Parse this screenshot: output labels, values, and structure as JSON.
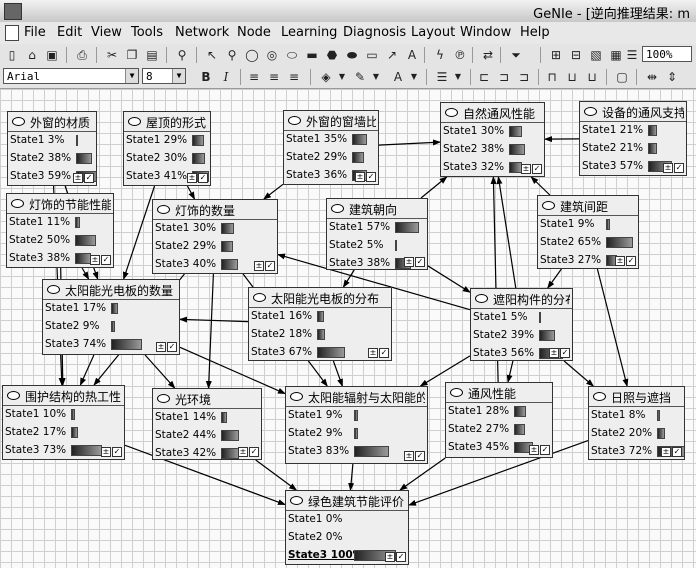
{
  "window": {
    "title": "GeNIe - [逆向推理结果: m"
  },
  "menu": [
    "File",
    "Edit",
    "View",
    "Tools",
    "Network",
    "Node",
    "Learning",
    "Diagnosis",
    "Layout",
    "Window",
    "Help"
  ],
  "toolbar": {
    "zoom": "100%",
    "font": "Arial",
    "font_size": "8"
  },
  "nodes": [
    {
      "title": "外窗的材质",
      "states": [
        {
          "label": "State1  3%",
          "value": 3
        },
        {
          "label": "State2 38%",
          "value": 38
        },
        {
          "label": "State3 59%",
          "value": 59
        }
      ]
    },
    {
      "title": "屋顶的形式",
      "states": [
        {
          "label": "State1 29%",
          "value": 29
        },
        {
          "label": "State2 30%",
          "value": 30
        },
        {
          "label": "State3 41%",
          "value": 41
        }
      ]
    },
    {
      "title": "外窗的窗墙比",
      "states": [
        {
          "label": "State1 35%",
          "value": 35
        },
        {
          "label": "State2 29%",
          "value": 29
        },
        {
          "label": "State3 36%",
          "value": 36
        }
      ]
    },
    {
      "title": "自然通风性能",
      "states": [
        {
          "label": "State1 30%",
          "value": 30
        },
        {
          "label": "State2 38%",
          "value": 38
        },
        {
          "label": "State3 32%",
          "value": 32
        }
      ]
    },
    {
      "title": "设备的通风支持",
      "states": [
        {
          "label": "State1 21%",
          "value": 21
        },
        {
          "label": "State2 21%",
          "value": 21
        },
        {
          "label": "State3 57%",
          "value": 57
        }
      ]
    },
    {
      "title": "灯饰的节能性能",
      "states": [
        {
          "label": "State1 11%",
          "value": 11
        },
        {
          "label": "State2 50%",
          "value": 50
        },
        {
          "label": "State3 38%",
          "value": 38
        }
      ]
    },
    {
      "title": "灯饰的数量",
      "states": [
        {
          "label": "State1 30%",
          "value": 30
        },
        {
          "label": "State2 29%",
          "value": 29
        },
        {
          "label": "State3 40%",
          "value": 40
        }
      ]
    },
    {
      "title": "建筑朝向",
      "states": [
        {
          "label": "State1 57%",
          "value": 57
        },
        {
          "label": "State2  5%",
          "value": 5
        },
        {
          "label": "State3 38%",
          "value": 38
        }
      ]
    },
    {
      "title": "建筑间距",
      "states": [
        {
          "label": "State1  9%",
          "value": 9
        },
        {
          "label": "State2 65%",
          "value": 65
        },
        {
          "label": "State3 27%",
          "value": 27
        }
      ]
    },
    {
      "title": "太阳能光电板的数量",
      "states": [
        {
          "label": "State1 17%",
          "value": 17
        },
        {
          "label": "State2  9%",
          "value": 9
        },
        {
          "label": "State3 74%",
          "value": 74
        }
      ]
    },
    {
      "title": "太阳能光电板的分布",
      "states": [
        {
          "label": "State1 16%",
          "value": 16
        },
        {
          "label": "State2 18%",
          "value": 18
        },
        {
          "label": "State3 67%",
          "value": 67
        }
      ]
    },
    {
      "title": "遮阳构件的分布",
      "states": [
        {
          "label": "State1  5%",
          "value": 5
        },
        {
          "label": "State2 39%",
          "value": 39
        },
        {
          "label": "State3 56%",
          "value": 56
        }
      ]
    },
    {
      "title": "围护结构的热工性...",
      "states": [
        {
          "label": "State1 10%",
          "value": 10
        },
        {
          "label": "State2 17%",
          "value": 17
        },
        {
          "label": "State3 73%",
          "value": 73
        }
      ]
    },
    {
      "title": "光环境",
      "states": [
        {
          "label": "State1 14%",
          "value": 14
        },
        {
          "label": "State2 44%",
          "value": 44
        },
        {
          "label": "State3 42%",
          "value": 42
        }
      ]
    },
    {
      "title": "太阳能辐射与太阳能的...",
      "states": [
        {
          "label": "State1  9%",
          "value": 9
        },
        {
          "label": "State2  9%",
          "value": 9
        },
        {
          "label": "State3 83%",
          "value": 83
        }
      ]
    },
    {
      "title": "通风性能",
      "states": [
        {
          "label": "State1 28%",
          "value": 28
        },
        {
          "label": "State2 27%",
          "value": 27
        },
        {
          "label": "State3 45%",
          "value": 45
        }
      ]
    },
    {
      "title": "日照与遮挡",
      "states": [
        {
          "label": "State1  8%",
          "value": 8
        },
        {
          "label": "State2 20%",
          "value": 20
        },
        {
          "label": "State3 72%",
          "value": 72
        }
      ]
    },
    {
      "title": "绿色建筑节能评价",
      "states": [
        {
          "label": "State1   0%",
          "value": 0
        },
        {
          "label": "State2   0%",
          "value": 0
        },
        {
          "label": "State3 100%",
          "value": 100
        }
      ]
    }
  ]
}
